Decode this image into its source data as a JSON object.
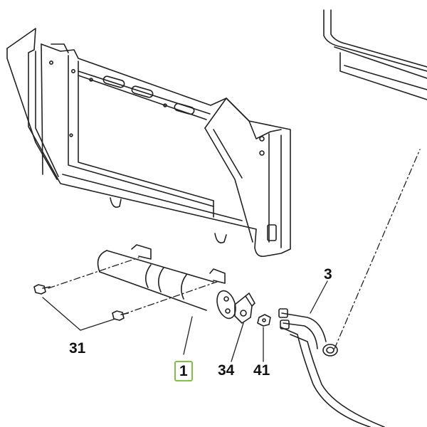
{
  "callouts": {
    "part_1": {
      "label": "1",
      "highlighted": true
    },
    "part_3": {
      "label": "3"
    },
    "part_31": {
      "label": "31"
    },
    "part_34": {
      "label": "34"
    },
    "part_41": {
      "label": "41"
    }
  },
  "colors": {
    "line": "#222222",
    "highlight": "#7dc242",
    "background": "#ffffff"
  }
}
